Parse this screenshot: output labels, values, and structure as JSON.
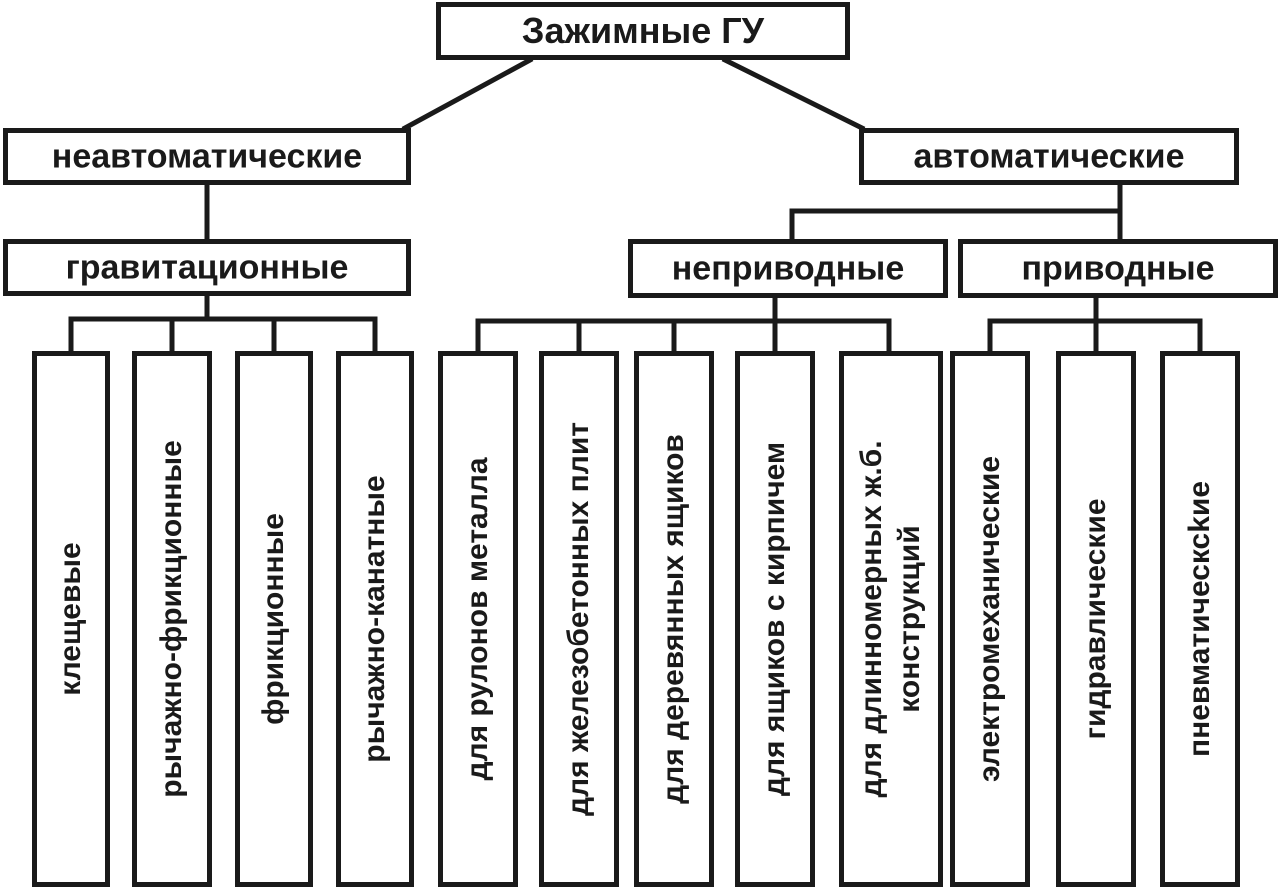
{
  "root": "Зажимные ГУ",
  "level1": {
    "left": "неавтоматические",
    "right": "автоматические"
  },
  "level2": {
    "gravity": "гравитационные",
    "nondriven": "неприводные",
    "driven": "приводные"
  },
  "leaves": {
    "gravity": [
      "клещевые",
      "рычажно-фрикционные",
      "фрикционные",
      "рычажно-канатные"
    ],
    "nondriven": [
      "для рулонов металла",
      "для железобетонных плит",
      "для деревянных ящиков",
      "для ящиков с кирпичем",
      "для длинномерных ж.б. конструкций"
    ],
    "driven": [
      "электромеханические",
      "гидравлические",
      "пневматическсkие"
    ]
  }
}
